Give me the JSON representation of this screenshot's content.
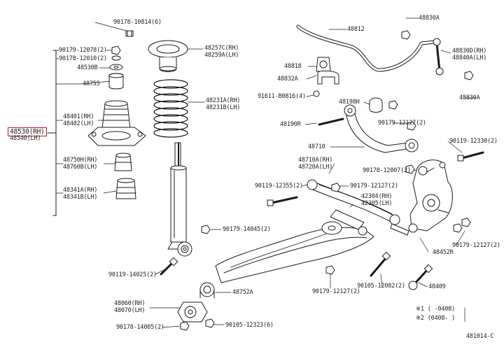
{
  "diagram_id": "481014-C",
  "highlight_color": "#c0142a",
  "labels": {
    "p90178_10814": "90178-10814(6)",
    "p90179_12078": "90179-12078(2)",
    "p90178_12010": "90178-12010(2)",
    "p48530b": "48530B",
    "p48755": "48755",
    "p48401": "48401(RH)",
    "p48402": "48402(LH)",
    "p48530": "48530(RH)",
    "p48540": "48540(LH)",
    "p48750h": "48750H(RH)",
    "p48760b": "48760B(LH)",
    "p48341a": "48341A(RH)",
    "p48341b": "48341B(LH)",
    "p48257c": "48257C(RH)",
    "p48259a": "48259A(LH)",
    "p48231a": "48231A(RH)",
    "p48231b": "48231B(LH)",
    "p90179_14045": "90179-14045(2)",
    "p90119_14025": "90119-14025(2)",
    "p48752a": "48752A",
    "p48060": "48060(RH)",
    "p48070": "48070(LH)",
    "p90178_14005": "90178-14005(2)",
    "p90105_12323": "90105-12323(6)",
    "p48812": "48812",
    "p48830a_top": "48830A",
    "p48830d": "48830D(RH)",
    "p48840a": "48840A(LH)",
    "p48818": "48818",
    "p48832a": "48832A",
    "p48830a_mid": "48830A",
    "p91611": "91611-B0816(4)",
    "p48198h": "48198H",
    "p48190r": "48190R",
    "p90179_12127a": "90179-12127(2)",
    "p48710": "48710",
    "p90119_12330": "90119-12330(2)",
    "p48710a": "48710A(RH)",
    "p48720a": "48720A(LH)",
    "p90178_12007": "90178-12007(2)",
    "p90119_12355": "90119-12355(2)",
    "p90179_12127b": "90179-12127(2)",
    "p42304": "42304(RH)",
    "p42305": "42305(LH)",
    "p90179_12127c": "90179-12127(2)",
    "p48452r": "48452R",
    "p90179_12127d": "90179-12127(2)",
    "p90105_12082": "90105-12082(2)",
    "p48409": "48409",
    "note1": "※1 (    -0408)",
    "note2": "※2 (0408-    )",
    "code": "481014-C"
  }
}
